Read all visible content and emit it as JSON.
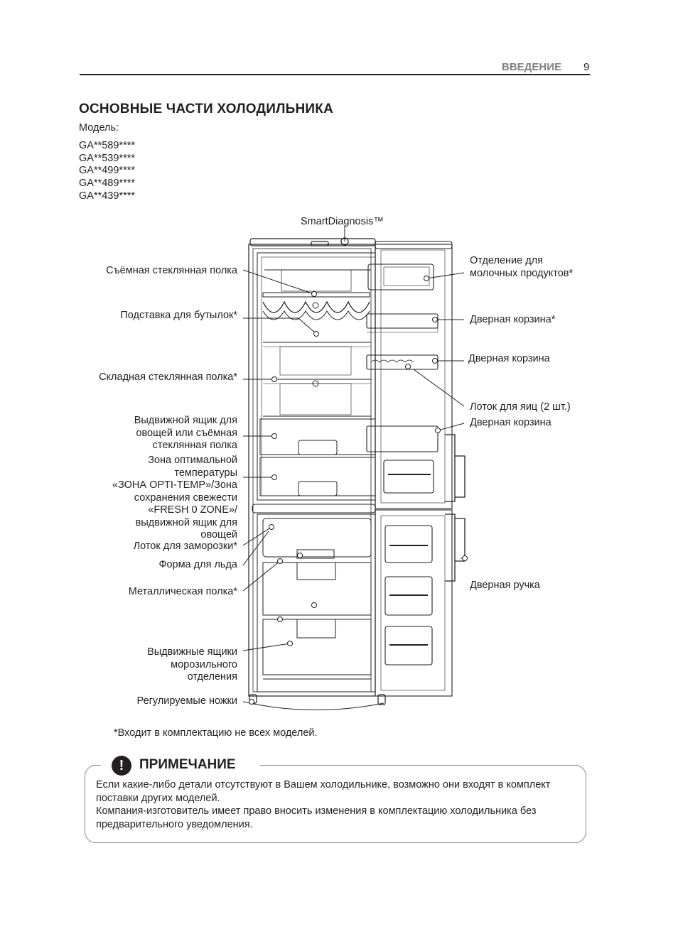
{
  "header": {
    "section": "ВВЕДЕНИЕ",
    "page_number": "9"
  },
  "title": "ОСНОВНЫЕ ЧАСТИ ХОЛОДИЛЬНИКА",
  "model_label": "Модель:",
  "models": [
    "GA**589****",
    "GA**539****",
    "GA**499****",
    "GA**489****",
    "GA**439****"
  ],
  "diagram": {
    "top_label": "SmartDiagnosis™",
    "left_labels": [
      "Съёмная стеклянная полка",
      "Подставка для бутылок*",
      "Складная стеклянная полка*",
      "Выдвижной ящик для\nовощей или съёмная\nстеклянная полка",
      "Зона оптимальной\nтемпературы\n«ЗОНА OPTI-TEMP»/Зона\nсохранения свежести\n«FRESH 0 ZONE»/\nвыдвижной ящик для\nовощей",
      "Лоток для заморозки*",
      "Форма для льда",
      "Металлическая полка*",
      "Выдвижные ящики\nморозильного\nотделения",
      "Регулируемые ножки"
    ],
    "right_labels": [
      "Отделение для\nмолочных продуктов*",
      "Дверная корзина*",
      "Дверная корзина",
      "Лоток для яиц (2 шт.)",
      "Дверная корзина",
      "Дверная ручка"
    ]
  },
  "footnote": "*Входит в комплектацию не всех моделей.",
  "note": {
    "title": "ПРИМЕЧАНИЕ",
    "icon": "exclamation-icon",
    "icon_symbol": "!",
    "paragraphs": [
      "Если какие-либо детали отсутствуют в Вашем холодильнике, возможно они входят в комплект поставки других моделей.",
      "Компания-изготовитель имеет право вносить изменения в комплектацию холодильника без предварительного уведомления."
    ]
  }
}
